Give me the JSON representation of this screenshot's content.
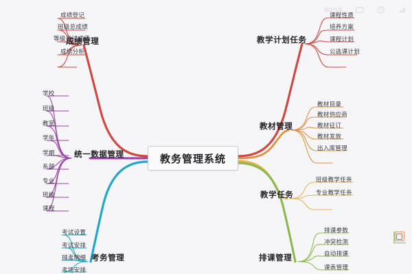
{
  "canvas": {
    "background": "#f6f6f8",
    "root": {
      "label": "教务管理系统"
    }
  },
  "colors": {
    "grade": "#d0483f",
    "teaching_plan": "#d0483f",
    "data": "#9b3fa8",
    "textbook": "#e09040",
    "teaching_task": "#e8b44a",
    "exam": "#1fa8c9",
    "schedule": "#8cba4f"
  },
  "toolbar": {
    "icons": [
      {
        "name": "image-icon",
        "glyph": "image"
      },
      {
        "name": "clock-icon",
        "glyph": "clock"
      },
      {
        "name": "shape-icon",
        "glyph": "shape"
      }
    ],
    "faint_label": "课程性质"
  },
  "watermark": {
    "name": "app-badge-icon"
  },
  "branches": [
    {
      "id": "grade-management",
      "label": "成绩管理",
      "side": "left",
      "color": "#d0483f",
      "children": [
        "成绩登记",
        "班级总成绩",
        "等级考试成绩",
        "成绩分析",
        ""
      ]
    },
    {
      "id": "unified-data-management",
      "label": "统一数据管理",
      "side": "left",
      "color": "#9b3fa8",
      "children": [
        "学校",
        "班级",
        "教室",
        "学年",
        "学期",
        "系部",
        "专业",
        "班级",
        "课程"
      ]
    },
    {
      "id": "exam-affairs-management",
      "label": "考务管理",
      "side": "left",
      "color": "#1fa8c9",
      "children": [
        "考试设置",
        "考试安排",
        "排考明细",
        "考场安排"
      ]
    },
    {
      "id": "teaching-plan-tasks",
      "label": "教学计划任务",
      "side": "right",
      "color": "#d0483f",
      "children": [
        "课程性质",
        "培养方案",
        "课程计划",
        "公选课计划",
        ""
      ]
    },
    {
      "id": "textbook-management",
      "label": "教材管理",
      "side": "right",
      "color": "#e09040",
      "children": [
        "教材目录",
        "教材供应商",
        "教材征订",
        "教材发放",
        "出入库管理",
        ""
      ]
    },
    {
      "id": "teaching-tasks",
      "label": "教学任务",
      "side": "right",
      "color": "#e8b44a",
      "children": [
        "班级教学任务",
        "专业教学任务",
        ""
      ]
    },
    {
      "id": "course-scheduling-management",
      "label": "排课管理",
      "side": "right",
      "color": "#8cba4f",
      "children": [
        "排课参数",
        "冲突检测",
        "自动排课",
        "课表管理"
      ]
    }
  ]
}
